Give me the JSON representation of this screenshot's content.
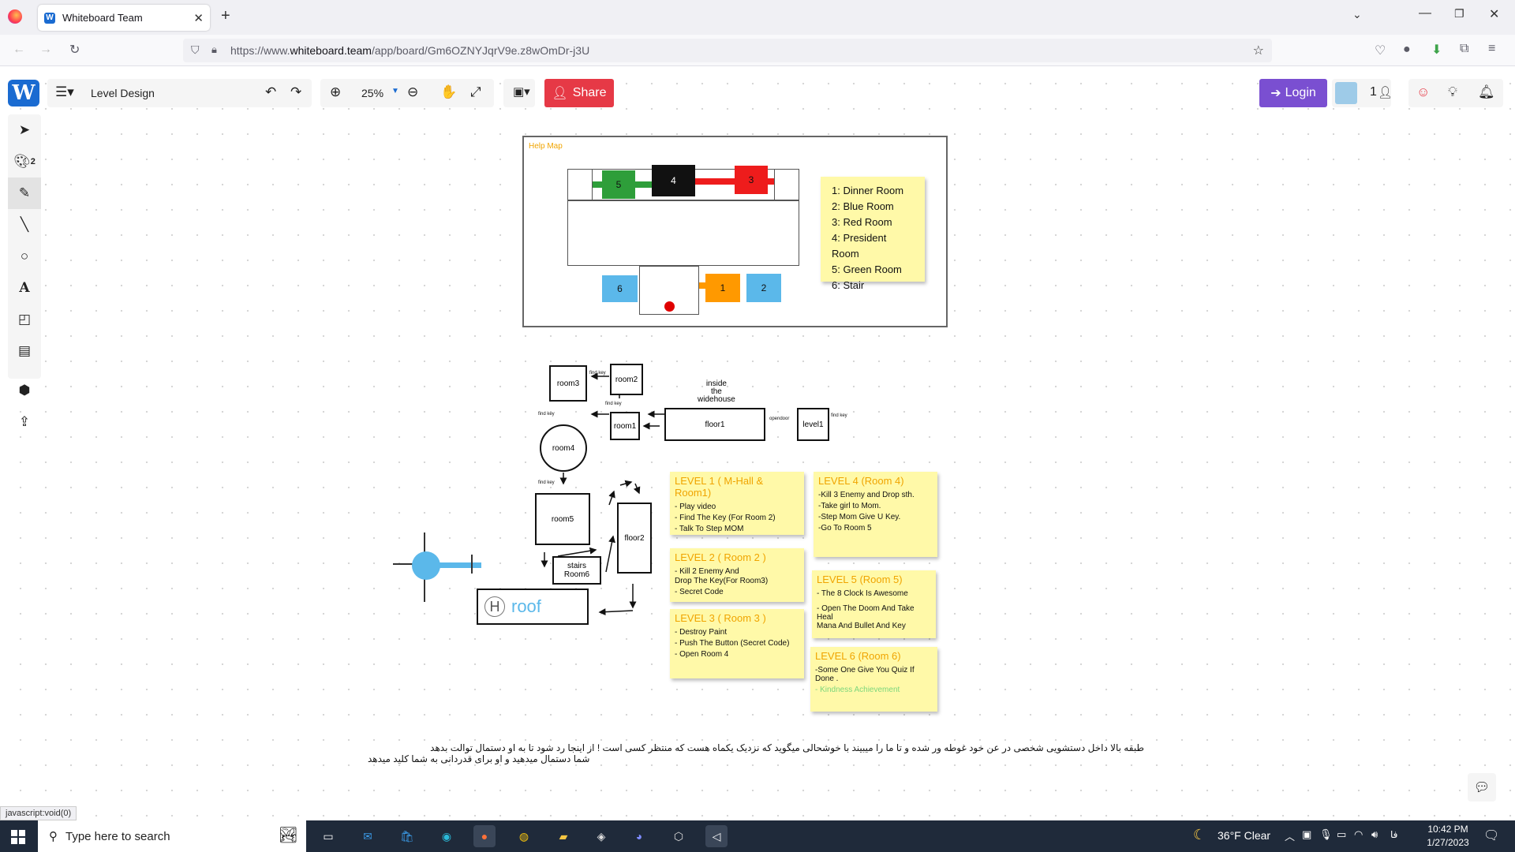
{
  "browser": {
    "tab_title": "Whiteboard Team",
    "url_prefix": "https://www.",
    "url_domain": "whiteboard.team",
    "url_path": "/app/board/Gm6OZNYJqrV9e.z8wOmDr-j3U",
    "status_text": "javascript:void(0)"
  },
  "toolbar": {
    "board_name": "Level Design",
    "zoom": "25%",
    "share_label": "Share",
    "login_label": "Login",
    "user_count": "1",
    "palette_count": "2"
  },
  "help_map": {
    "title": "Help Map",
    "rooms": {
      "r1": "1",
      "r2": "2",
      "r3": "3",
      "r4": "4",
      "r5": "5",
      "r6": "6"
    },
    "legend": [
      "1: Dinner Room",
      "2: Blue Room",
      "3: Red Room",
      "4: President Room",
      "5: Green Room",
      "6: Stair"
    ]
  },
  "flow": {
    "room3": "room3",
    "room2": "room2",
    "room1": "room1",
    "floor1": "floor1",
    "level1": "level1",
    "room4": "room4",
    "room5": "room5",
    "floor2": "floor2",
    "stairs": "stairs",
    "room6": "Room6",
    "roof": "roof",
    "roof_badge": "H",
    "inside_label_1": "inside",
    "inside_label_2": "the",
    "inside_label_3": "widehouse",
    "find_key": "find key",
    "opendoor": "opendoor"
  },
  "levels": {
    "l1": {
      "title": "LEVEL 1 ( M-Hall & Room1)",
      "items": [
        "- Play video",
        "- Find The Key (For Room 2)",
        "- Talk To Step MOM"
      ]
    },
    "l2": {
      "title": "LEVEL 2 ( Room 2 )",
      "items": [
        "- Kill 2 Enemy And",
        "  Drop The Key(For Room3)",
        "- Secret Code"
      ]
    },
    "l3": {
      "title": "LEVEL 3 ( Room 3 )",
      "items": [
        "- Destroy Paint",
        "- Push The Button (Secret Code)",
        "- Open Room 4"
      ]
    },
    "l4": {
      "title": "LEVEL 4 (Room 4)",
      "items": [
        "-Kill 3 Enemy and Drop sth.",
        "-Take girl to Mom.",
        "-Step Mom Give U Key.",
        "-Go To Room 5"
      ]
    },
    "l5": {
      "title": "LEVEL 5 (Room 5)",
      "items": [
        "- The 8 Clock Is Awesome",
        "- Open The Doom And Take Heal",
        "  Mana And Bullet And Key"
      ]
    },
    "l6": {
      "title": "LEVEL 6 (Room 6)",
      "items": [
        "-Some One Give You Quiz If Done .",
        "- Kindness Achievement"
      ]
    }
  },
  "persian_text_1": "طبقه بالا داخل دستشویی شخصی در عن خود غوطه ور شده و تا ما را میبیند با خوشحالی میگوید که نزدیک یکماه هست که منتظر کسی است ! از اینجا رد شود تا به او دستمال توالت بدهد",
  "persian_text_2": "شما دستمال میدهید و او برای قدردانی به شما کلید میدهد",
  "taskbar": {
    "search_placeholder": "Type here to search",
    "weather": "36°F  Clear",
    "lang": "فا",
    "time": "10:42 PM",
    "date": "1/27/2023"
  },
  "colors": {
    "share": "#e63946",
    "login": "#7a4fd1",
    "green_room": "#2e9e3a",
    "red_room": "#ee1c1c",
    "blue_room": "#5bb8ea",
    "orange_room": "#ff9900",
    "sticky": "#fff9a8"
  }
}
